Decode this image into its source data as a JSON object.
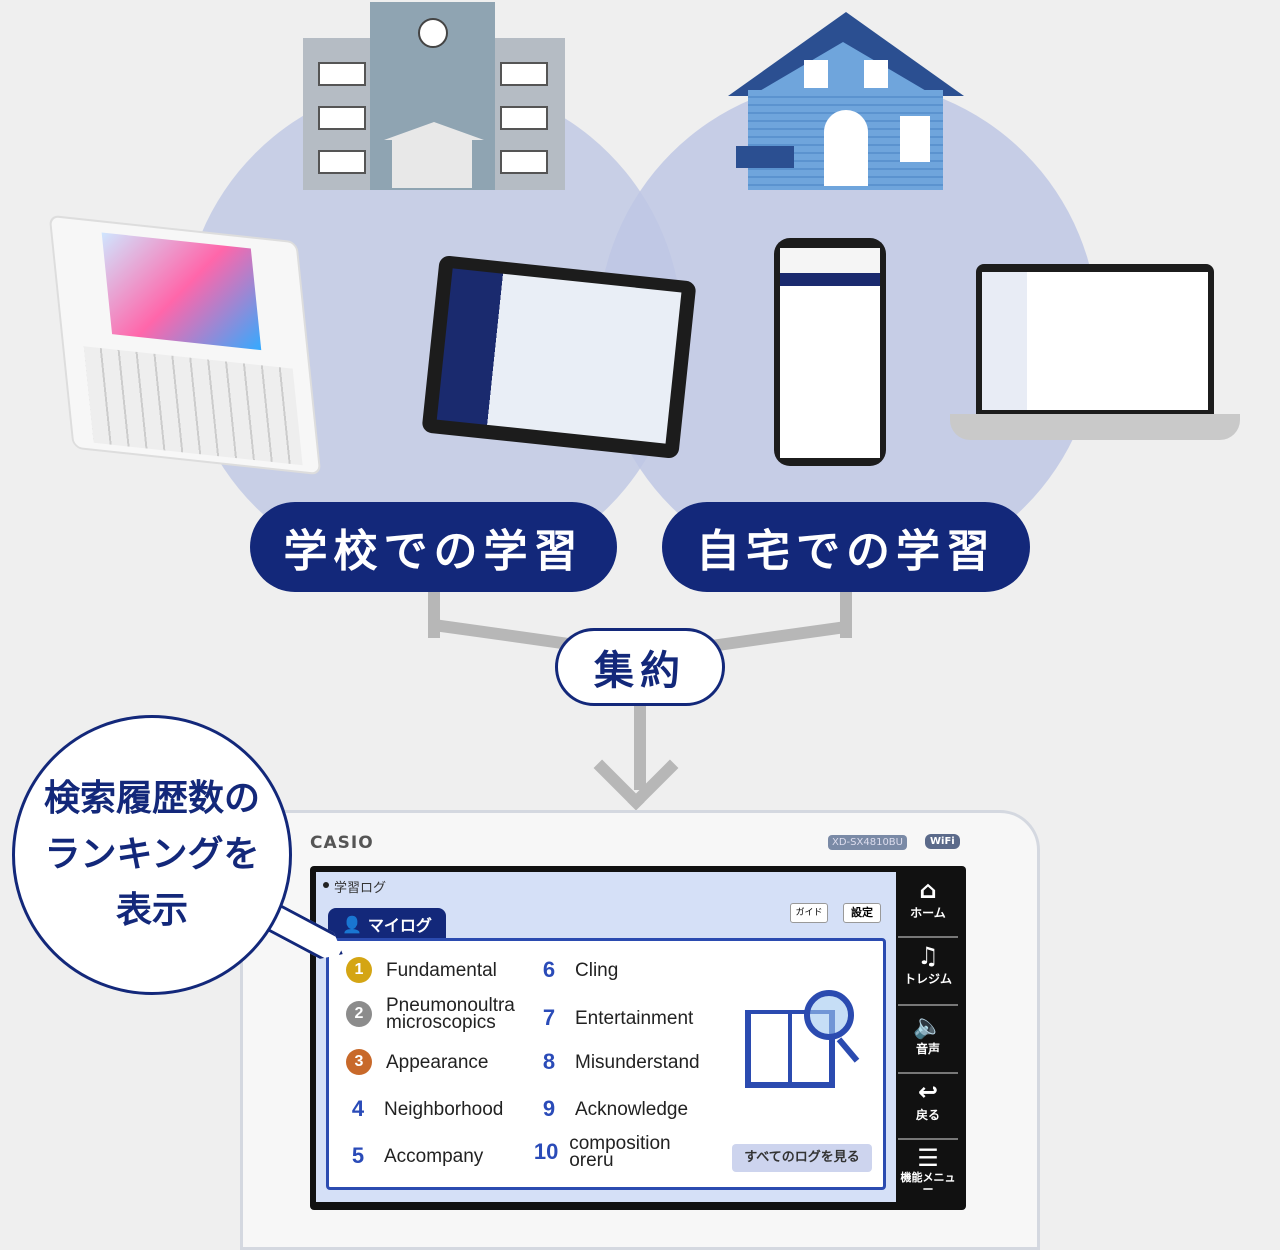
{
  "labels": {
    "school": "学校での学習",
    "home": "自宅での学習",
    "aggregate": "集約"
  },
  "callout": {
    "line1": "検索履歴数の",
    "line2": "ランキングを",
    "line3": "表示"
  },
  "device": {
    "brand": "CASIO",
    "model": "XD-SX4810BU",
    "wifi": "WiFi",
    "screen_title": "学習ログ",
    "tab": "マイログ",
    "guide_button": "ガイド",
    "settings_button": "設定",
    "ranking": [
      {
        "rank": "1",
        "word": "Fundamental",
        "medal": "#d4a514"
      },
      {
        "rank": "2",
        "word": "Pneumonoultra microscopics",
        "medal": "#8c8c8c"
      },
      {
        "rank": "3",
        "word": "Appearance",
        "medal": "#c8692a"
      },
      {
        "rank": "4",
        "word": "Neighborhood"
      },
      {
        "rank": "5",
        "word": "Accompany"
      },
      {
        "rank": "6",
        "word": "Cling"
      },
      {
        "rank": "7",
        "word": "Entertainment"
      },
      {
        "rank": "8",
        "word": "Misunderstand"
      },
      {
        "rank": "9",
        "word": "Acknowledge"
      },
      {
        "rank": "10",
        "word": "composition oreru"
      }
    ],
    "view_all_button": "すべてのログを見る",
    "side_menu": [
      {
        "icon": "home-icon",
        "glyph": "⌂",
        "label": "ホーム"
      },
      {
        "icon": "headphones-icon",
        "glyph": "♫",
        "label": "トレジム"
      },
      {
        "icon": "speaker-icon",
        "glyph": "🔈",
        "label": "音声"
      },
      {
        "icon": "back-icon",
        "glyph": "↩",
        "label": "戻る"
      },
      {
        "icon": "menu-icon",
        "glyph": "☰",
        "label": "機能メニュー"
      }
    ]
  },
  "colors": {
    "navy": "#13287a",
    "circle": "#c8cfe6",
    "overlap": "#b1bbdf"
  }
}
